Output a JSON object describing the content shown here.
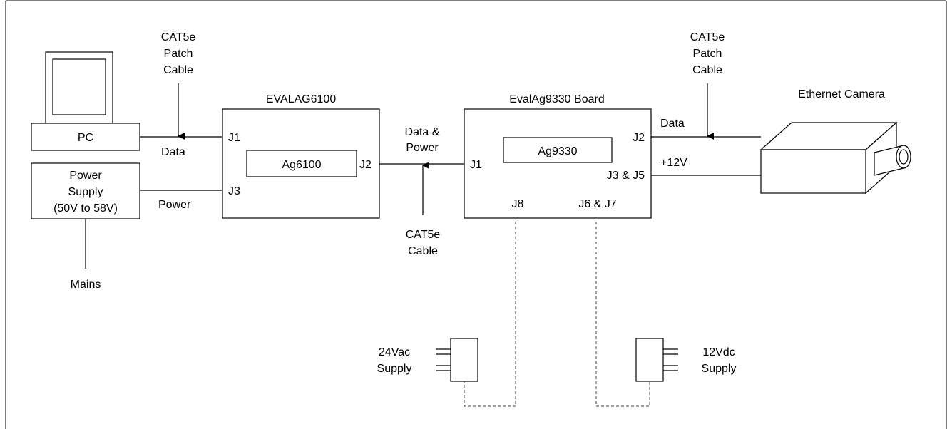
{
  "pc": {
    "label": "PC"
  },
  "power_supply": {
    "line1": "Power",
    "line2": "Supply",
    "line3": "(50V to 58V)"
  },
  "mains": "Mains",
  "cable_pc": {
    "line1": "CAT5e",
    "line2": "Patch",
    "line3": "Cable"
  },
  "wire_labels": {
    "data_left": "Data",
    "power_left": "Power",
    "data_power_1": "Data &",
    "data_power_2": "Power",
    "data_right": "Data",
    "v12": "+12V"
  },
  "evalag6100": {
    "title": "EVALAG6100",
    "chip": "Ag6100",
    "j1": "J1",
    "j2": "J2",
    "j3": "J3"
  },
  "cable_mid": {
    "line1": "CAT5e",
    "line2": "Cable"
  },
  "evalag9330": {
    "title": "EvalAg9330 Board",
    "chip": "Ag9330",
    "j1": "J1",
    "j2": "J2",
    "j35": "J3 & J5",
    "j8": "J8",
    "j67": "J6 & J7"
  },
  "cable_cam": {
    "line1": "CAT5e",
    "line2": "Patch",
    "line3": "Cable"
  },
  "camera": {
    "title": "Ethernet Camera"
  },
  "supply_24": {
    "line1": "24Vac",
    "line2": "Supply"
  },
  "supply_12": {
    "line1": "12Vdc",
    "line2": "Supply"
  }
}
